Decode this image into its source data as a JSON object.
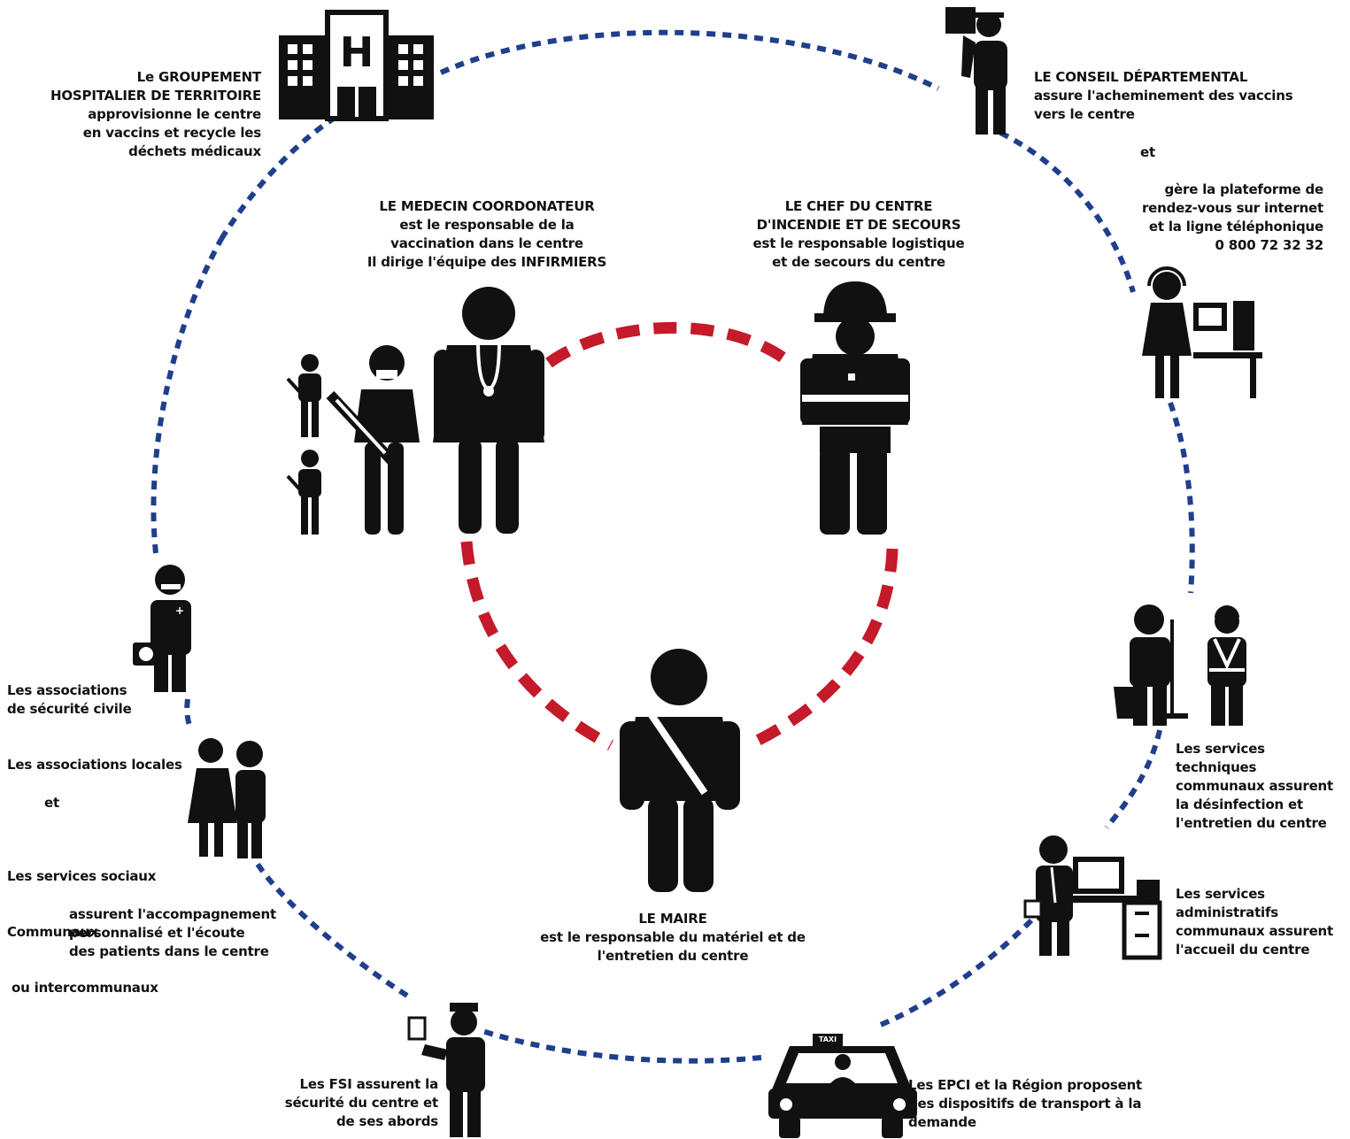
{
  "colors": {
    "outer_ring": "#1f3f8c",
    "inner_ring": "#c41a2a",
    "icon": "#111111",
    "background": "#ffffff"
  },
  "actors": {
    "ght": {
      "icon": "hospital-icon",
      "lines": [
        "Le  GROUPEMENT",
        "HOSPITALIER DE TERRITOIRE",
        "approvisionne le centre",
        "en vaccins et recycle les",
        "déchets médicaux"
      ]
    },
    "conseil": {
      "icon": "delivery-person-icon",
      "lines": [
        "LE CONSEIL DÉPARTEMENTAL",
        "assure l'acheminement des vaccins",
        "vers le centre"
      ],
      "connector": "et",
      "lines2": [
        "gère la plateforme de",
        "rendez-vous sur internet",
        "et la ligne téléphonique",
        "0 800 72 32 32"
      ]
    },
    "medecin": {
      "icon": "doctor-icon",
      "lines": [
        "LE MEDECIN COORDONATEUR",
        "est le responsable de la",
        "vaccination dans le centre",
        "Il dirige l'équipe des INFIRMIERS"
      ]
    },
    "pompier": {
      "icon": "firefighter-icon",
      "lines": [
        "LE CHEF DU CENTRE",
        "D'INCENDIE ET DE SECOURS",
        "est le responsable logistique",
        "et de secours du centre"
      ]
    },
    "maire": {
      "icon": "mayor-icon",
      "lines": [
        "LE MAIRE",
        "est le responsable du matériel et de",
        "l'entretien du centre"
      ]
    },
    "securite_civile": {
      "icon": "paramedic-icon",
      "lines": [
        "Les associations",
        "de sécurité civile"
      ]
    },
    "associations": {
      "icon": "support-people-icon",
      "line_a": "Les associations locales",
      "connector": "et",
      "lines_b": [
        "Les services sociaux",
        "Communaux",
        " ou intercommunaux"
      ],
      "lines_c": [
        "assurent l'accompagnement",
        "personnalisé et l'écoute",
        "des patients dans le centre"
      ]
    },
    "fsi": {
      "icon": "police-officer-icon",
      "lines": [
        "Les FSI assurent  la",
        "sécurité du centre et",
        "de ses abords"
      ]
    },
    "epci": {
      "icon": "taxi-icon",
      "taxi_sign": "TAXI",
      "lines": [
        "Les EPCI et la Région proposent",
        "des dispositifs de transport à la",
        "demande"
      ]
    },
    "services_admin": {
      "icon": "office-worker-icon",
      "lines": [
        "Les services",
        "administratifs",
        "communaux assurent",
        "l'accueil du centre"
      ]
    },
    "services_tech": {
      "icon": "cleaning-staff-icon",
      "lines": [
        "Les services",
        "techniques",
        "communaux assurent",
        "la désinfection et",
        "l'entretien du centre"
      ]
    }
  }
}
